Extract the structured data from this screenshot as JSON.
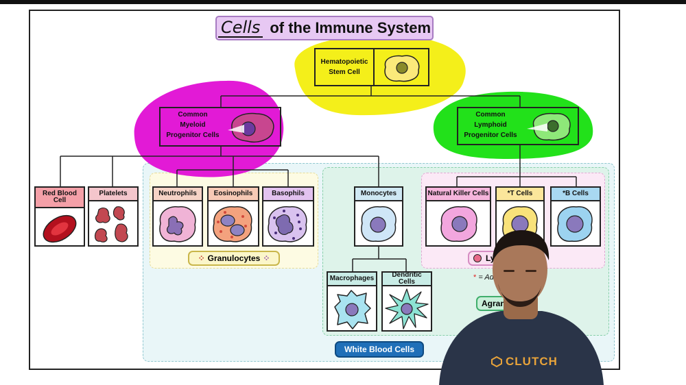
{
  "title": {
    "handwritten": "Cells",
    "text": "of the Immune System"
  },
  "hsc": {
    "label_line1": "Hematopoietic",
    "label_line2": "Stem Cell"
  },
  "myeloid": {
    "label_line1": "Common",
    "label_line2": "Myeloid",
    "label_line3": "Progenitor Cells"
  },
  "lymphoid": {
    "label_line1": "Common",
    "label_line2": "Lymphoid",
    "label_line3": "Progenitor Cells"
  },
  "cells": {
    "rbc": "Red Blood Cell",
    "platelets": "Platelets",
    "neutrophils": "Neutrophils",
    "eosinophils": "Eosinophils",
    "basophils": "Basophils",
    "monocytes": "Monocytes",
    "nk": "Natural Killer Cells",
    "t": "*T Cells",
    "b": "*B Cells",
    "macrophages": "Macrophages",
    "dendritic": "Dendritic Cells"
  },
  "groups": {
    "granulocytes": "Granulocytes",
    "lymphocytes": "Lymp",
    "agranulocytes": "Agranu",
    "white_blood_cells": "White Blood Cells",
    "footnote_star": "*",
    "footnote_text": "= Adapti"
  },
  "logo": "CLUTCH",
  "colors": {
    "yellow_highlight": "#f4ef1a",
    "magenta_highlight": "#e21ad6",
    "green_highlight": "#22e11a",
    "granulocyte_region": "#fdfbe4",
    "lymphocyte_region": "#fbeaf6",
    "wbc_region": "#e8f6f7"
  }
}
